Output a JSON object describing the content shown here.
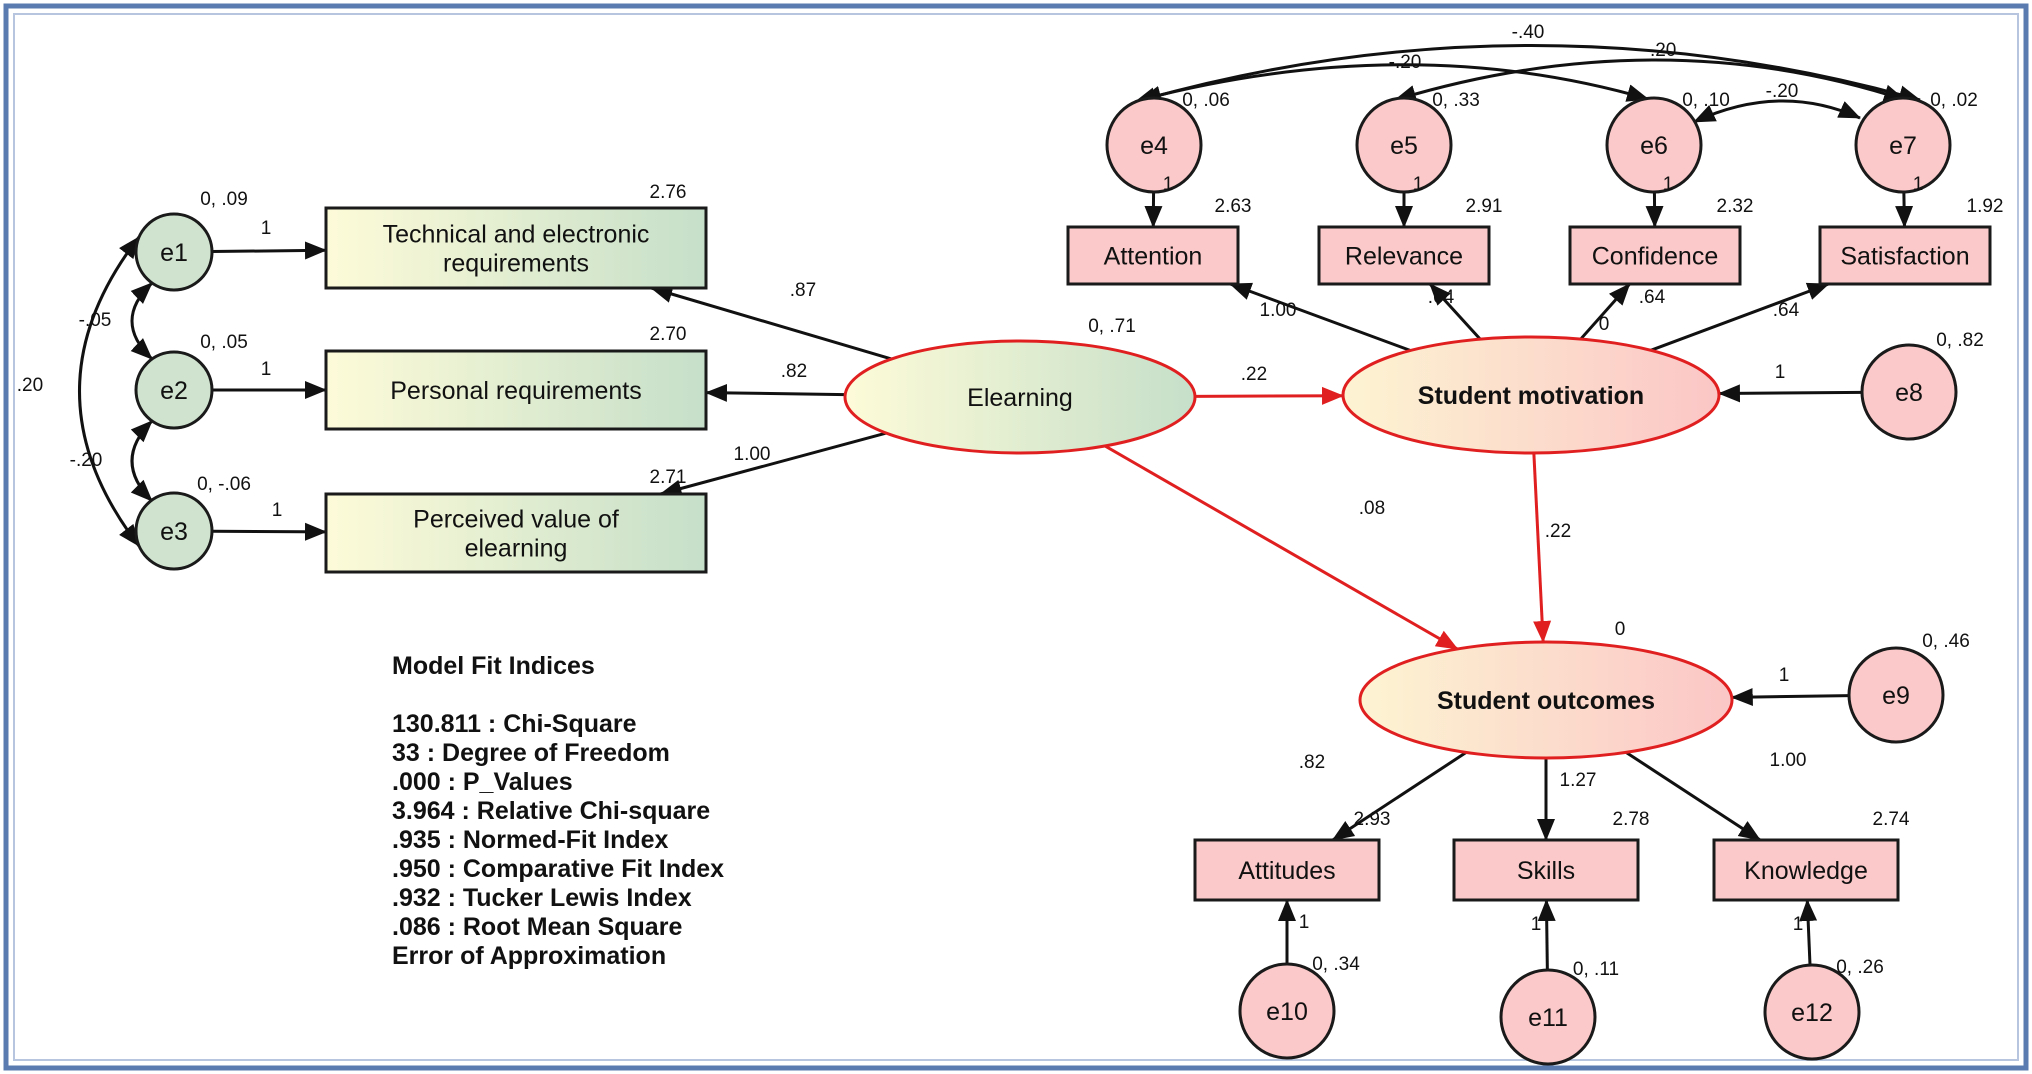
{
  "observed": [
    {
      "id": "tech",
      "lines": [
        "Technical and electronic",
        "requirements"
      ],
      "mean": "2.76"
    },
    {
      "id": "personal",
      "lines": [
        "Personal requirements"
      ],
      "mean": "2.70"
    },
    {
      "id": "perceived",
      "lines": [
        "Perceived value of",
        "elearning"
      ],
      "mean": "2.71"
    },
    {
      "id": "attention",
      "lines": [
        "Attention"
      ],
      "mean": "2.63"
    },
    {
      "id": "relevance",
      "lines": [
        "Relevance"
      ],
      "mean": "2.91"
    },
    {
      "id": "confidence",
      "lines": [
        "Confidence"
      ],
      "mean": "2.32"
    },
    {
      "id": "satisfaction",
      "lines": [
        "Satisfaction"
      ],
      "mean": "1.92"
    },
    {
      "id": "attitudes",
      "lines": [
        "Attitudes"
      ],
      "mean": "2.93"
    },
    {
      "id": "skills",
      "lines": [
        "Skills"
      ],
      "mean": "2.78"
    },
    {
      "id": "knowledge",
      "lines": [
        "Knowledge"
      ],
      "mean": "2.74"
    }
  ],
  "latent": [
    {
      "id": "elearning",
      "label": "Elearning",
      "params": "0, .71"
    },
    {
      "id": "motivation",
      "label": "Student motivation",
      "params": ""
    },
    {
      "id": "outcomes",
      "label": "Student outcomes",
      "params": "0"
    }
  ],
  "errors": [
    {
      "id": "e1",
      "label": "e1",
      "params": "0, .09"
    },
    {
      "id": "e2",
      "label": "e2",
      "params": "0, .05"
    },
    {
      "id": "e3",
      "label": "e3",
      "params": "0, -.06"
    },
    {
      "id": "e4",
      "label": "e4",
      "params": "0, .06"
    },
    {
      "id": "e5",
      "label": "e5",
      "params": "0, .33"
    },
    {
      "id": "e6",
      "label": "e6",
      "params": "0, .10"
    },
    {
      "id": "e7",
      "label": "e7",
      "params": "0, .02"
    },
    {
      "id": "e8",
      "label": "e8",
      "params": "0, .82"
    },
    {
      "id": "e9",
      "label": "e9",
      "params": "0, .46"
    },
    {
      "id": "e10",
      "label": "e10",
      "params": "0, .34"
    },
    {
      "id": "e11",
      "label": "e11",
      "params": "0, .11"
    },
    {
      "id": "e12",
      "label": "e12",
      "params": "0, .26"
    }
  ],
  "paths": [
    {
      "from": "elearning",
      "to": "tech",
      "coef": ".87"
    },
    {
      "from": "elearning",
      "to": "personal",
      "coef": ".82"
    },
    {
      "from": "elearning",
      "to": "perceived",
      "coef": "1.00"
    },
    {
      "from": "elearning",
      "to": "motivation",
      "coef": ".22"
    },
    {
      "from": "elearning",
      "to": "outcomes",
      "coef": ".08"
    },
    {
      "from": "motivation",
      "to": "outcomes",
      "coef": ".22"
    },
    {
      "from": "motivation",
      "to": "attention",
      "coef": "1.00"
    },
    {
      "from": "motivation",
      "to": "relevance",
      "coef": ".64"
    },
    {
      "from": "motivation",
      "to": "confidence",
      "coef": ".64"
    },
    {
      "from": "motivation",
      "to": "satisfaction",
      "coef": ".64"
    },
    {
      "from": "outcomes",
      "to": "attitudes",
      "coef": ".82"
    },
    {
      "from": "outcomes",
      "to": "skills",
      "coef": "1.27"
    },
    {
      "from": "outcomes",
      "to": "knowledge",
      "coef": "1.00"
    },
    {
      "from": "e1",
      "to": "tech",
      "coef": "1"
    },
    {
      "from": "e2",
      "to": "personal",
      "coef": "1"
    },
    {
      "from": "e3",
      "to": "perceived",
      "coef": "1"
    },
    {
      "from": "e4",
      "to": "attention",
      "coef": "1"
    },
    {
      "from": "e5",
      "to": "relevance",
      "coef": "1"
    },
    {
      "from": "e6",
      "to": "confidence",
      "coef": "1"
    },
    {
      "from": "e7",
      "to": "satisfaction",
      "coef": "1"
    },
    {
      "from": "e8",
      "to": "motivation",
      "coef": "1"
    },
    {
      "from": "e9",
      "to": "outcomes",
      "coef": "1"
    },
    {
      "from": "e10",
      "to": "attitudes",
      "coef": "1"
    },
    {
      "from": "e11",
      "to": "skills",
      "coef": "1"
    },
    {
      "from": "e12",
      "to": "knowledge",
      "coef": "1"
    }
  ],
  "covariances": [
    {
      "a": "e1",
      "b": "e2",
      "coef": "-.05"
    },
    {
      "a": "e2",
      "b": "e3",
      "coef": "-.20"
    },
    {
      "a": "e1",
      "b": "e3",
      "coef": ".20"
    },
    {
      "a": "e4",
      "b": "e7",
      "coef": "-.40"
    },
    {
      "a": "e4",
      "b": "e6",
      "coef": "-.20"
    },
    {
      "a": "e5",
      "b": "e7",
      "coef": "-.20"
    },
    {
      "a": "e6",
      "b": "e7",
      "coef": "-.20"
    }
  ],
  "extra_labels": {
    "motivation_zero": "0"
  },
  "fit_indices": {
    "title": "Model Fit Indices",
    "lines": [
      "130.811 : Chi-Square",
      "33 : Degree of Freedom",
      ".000 : P_Values",
      "3.964 : Relative Chi-square",
      ".935 : Normed-Fit Index",
      ".950 : Comparative Fit Index",
      ".932 : Tucker Lewis Index",
      ".086 : Root Mean Square",
      "Error of Approximation"
    ]
  },
  "colors": {
    "frame": "#4a6fa5",
    "green_fill": "#cfe3cf",
    "green_stroke": "#1a1a1a",
    "pink_fill": "#fbc9c9",
    "red_path": "#e02020",
    "black_path": "#111111"
  }
}
